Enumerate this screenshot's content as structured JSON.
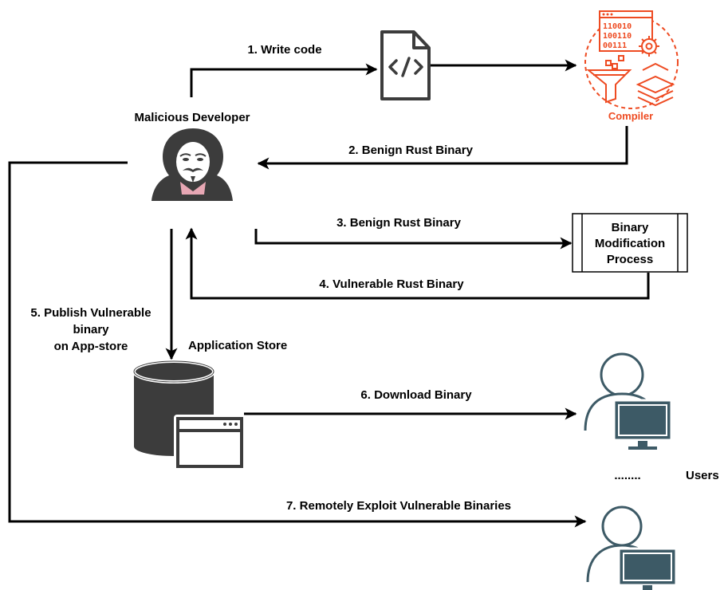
{
  "colors": {
    "accent": "#ee4b22",
    "icon_dark": "#3c3c3c",
    "user_teal": "#3d5a66",
    "mask_pink": "#e7a7b4"
  },
  "nodes": {
    "developer": {
      "label": "Malicious Developer",
      "icon": "hacker-icon"
    },
    "source_code": {
      "icon": "code-file-icon"
    },
    "compiler": {
      "label": "Compiler",
      "icon": "compiler-icon"
    },
    "modifier": {
      "line1": "Binary",
      "line2": "Modification",
      "line3": "Process"
    },
    "store": {
      "label": "Application Store",
      "icon": "database-window-icon"
    },
    "users": {
      "label": "Users",
      "ellipsis": "........",
      "icon": "user-computer-icon"
    }
  },
  "edges": {
    "e1": "1. Write code",
    "e2": "2. Benign Rust Binary",
    "e3": "3. Benign Rust Binary",
    "e4": "4. Vulnerable Rust Binary",
    "e5_line1": "5. Publish Vulnerable",
    "e5_line2": "binary",
    "e5_line3": "on App-store",
    "e6": "6. Download Binary",
    "e7": "7. Remotely Exploit Vulnerable Binaries"
  }
}
